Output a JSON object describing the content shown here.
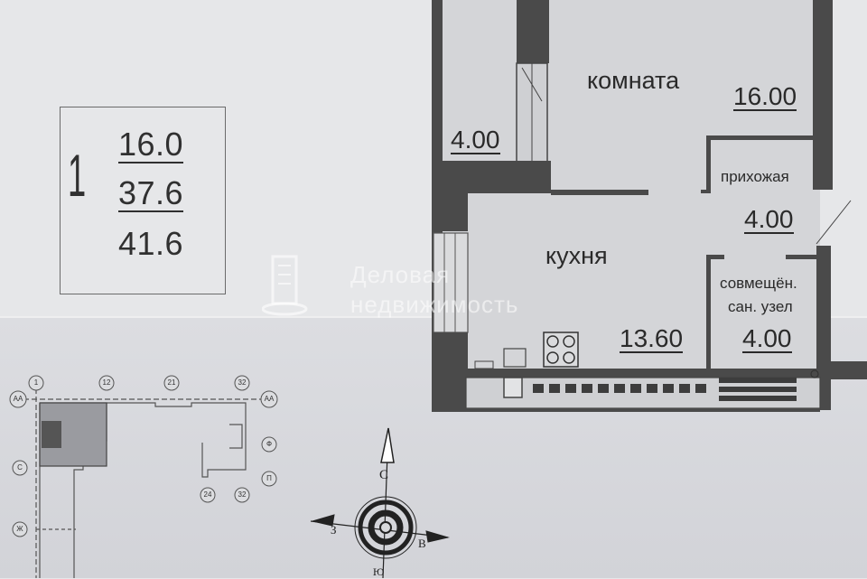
{
  "summary": {
    "rooms": "1",
    "living_area": "16.0",
    "total_area": "37.6",
    "total_with_balcony": "41.6"
  },
  "rooms": {
    "room": {
      "name": "комната",
      "area": "16.00"
    },
    "balcony": {
      "area": "4.00"
    },
    "hallway": {
      "name": "прихожая",
      "area": "4.00"
    },
    "kitchen": {
      "name": "кухня",
      "area": "13.60"
    },
    "bathroom": {
      "name_line1": "совмещён.",
      "name_line2": "сан. узел",
      "area": "4.00"
    }
  },
  "watermark": {
    "line1": "Деловая",
    "line2": "недвижимость"
  },
  "key_plan": {
    "axes_top": [
      "1",
      "12",
      "21",
      "32"
    ],
    "axes_bottom": [
      "24",
      "32"
    ],
    "rows_left": [
      "АА",
      "С",
      "Ж"
    ],
    "rows_right": [
      "АА",
      "Ф",
      "П"
    ]
  },
  "compass": {
    "north": "С",
    "south": "Ю",
    "east": "В",
    "west": "З"
  },
  "colors": {
    "wall": "#4a4a4a",
    "floor": "#d6d6d8",
    "paper": "#e6e7e9"
  }
}
